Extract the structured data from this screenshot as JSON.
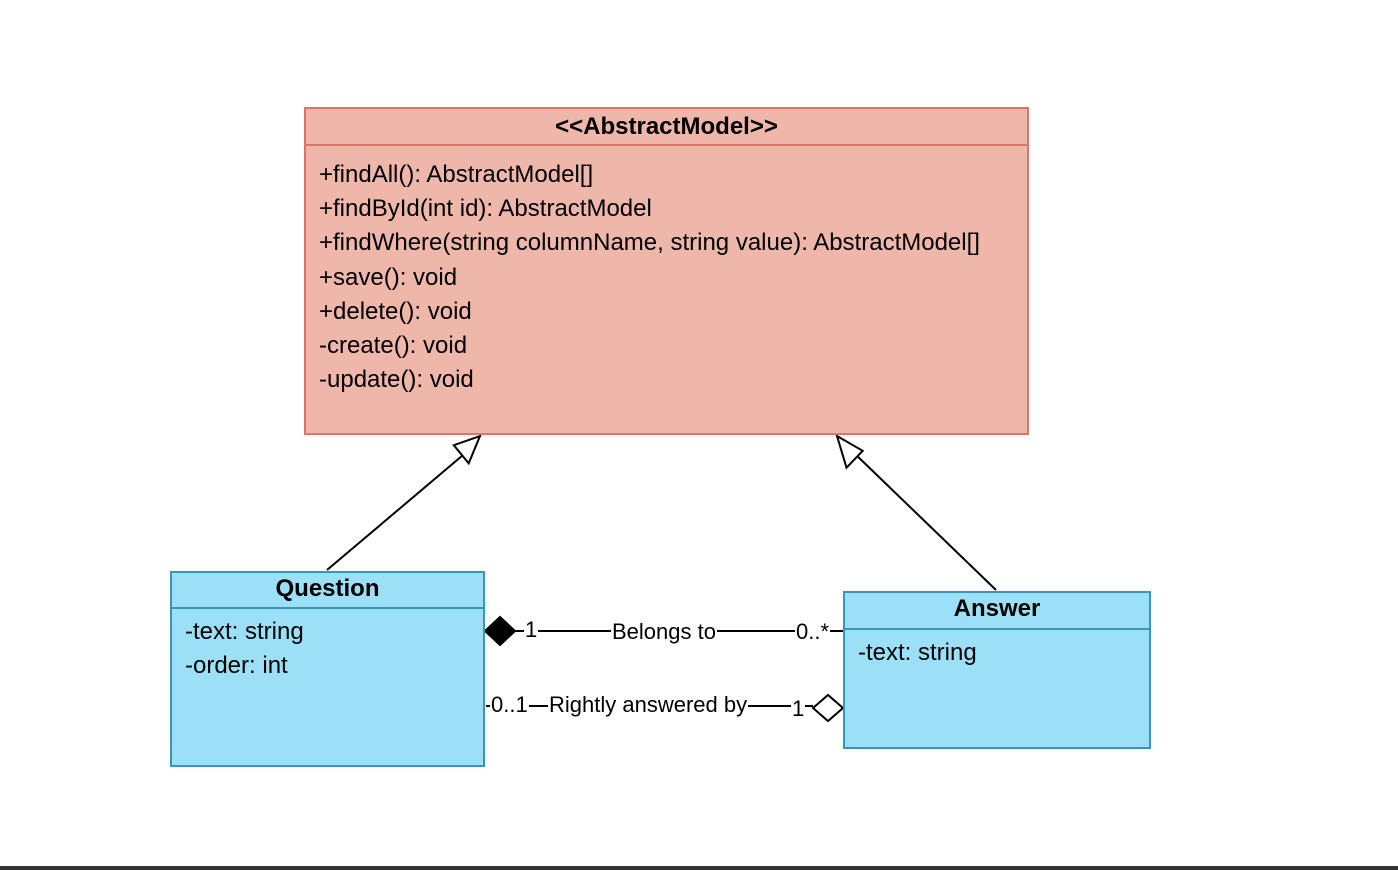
{
  "abstract_class": {
    "title": "<<AbstractModel>>",
    "methods": [
      "+findAll(): AbstractModel[]",
      "+findById(int id): AbstractModel",
      "+findWhere(string columnName, string value): AbstractModel[]",
      "+save(): void",
      "+delete(): void",
      "-create(): void",
      "-update(): void"
    ]
  },
  "question_class": {
    "title": "Question",
    "attributes": [
      "-text: string",
      "-order: int"
    ]
  },
  "answer_class": {
    "title": "Answer",
    "attributes": [
      "-text: string"
    ]
  },
  "associations": {
    "belongs_to": {
      "label": "Belongs to",
      "question_end": "1",
      "answer_end": "0..*"
    },
    "rightly_answered_by": {
      "label": "Rightly answered by",
      "question_end": "0..1",
      "answer_end": "1"
    }
  },
  "colors": {
    "abstract_fill": "#eeb7aa",
    "abstract_stroke": "#d9766a",
    "class_fill": "#9ce0f8",
    "class_stroke": "#3a97b4"
  }
}
